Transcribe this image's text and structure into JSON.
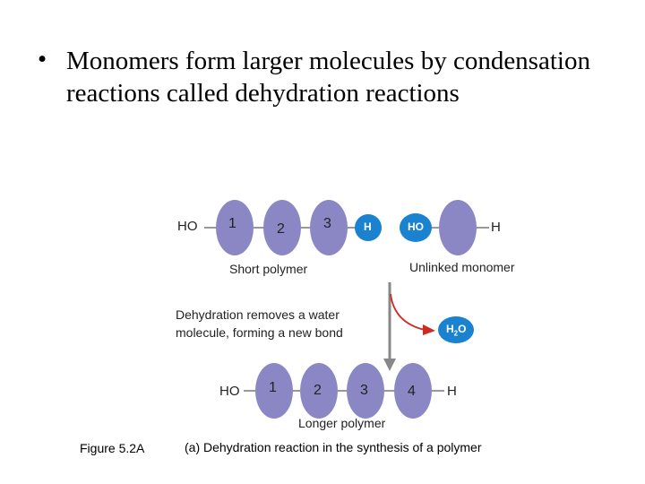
{
  "slide": {
    "bullet_symbol": "•",
    "bullet_text": "Monomers form larger molecules by condensation reactions called dehydration reactions"
  },
  "diagram": {
    "top_left_group": "HO",
    "short_polymer_units": [
      "1",
      "2",
      "3"
    ],
    "short_polymer_end": "H",
    "monomer_start": "HO",
    "monomer_end": "H",
    "short_polymer_label": "Short polymer",
    "unlinked_monomer_label": "Unlinked monomer",
    "reaction_text_line1": "Dehydration removes a water",
    "reaction_text_line2": "molecule, forming a new bond",
    "water": {
      "h": "H",
      "sub": "2",
      "o": "O"
    },
    "longer_polymer_start": "HO",
    "longer_polymer_units": [
      "1",
      "2",
      "3",
      "4"
    ],
    "longer_polymer_end": "H",
    "longer_polymer_label": "Longer polymer"
  },
  "captions": {
    "figure": "Figure 5.2A",
    "title": "(a) Dehydration reaction in the synthesis of a polymer"
  },
  "colors": {
    "monomer": "#8a87c4",
    "monomer_dark": "#7a77b6",
    "blue_highlight": "#1a82cf",
    "line": "#777777",
    "arrow": "#cc2a22"
  }
}
